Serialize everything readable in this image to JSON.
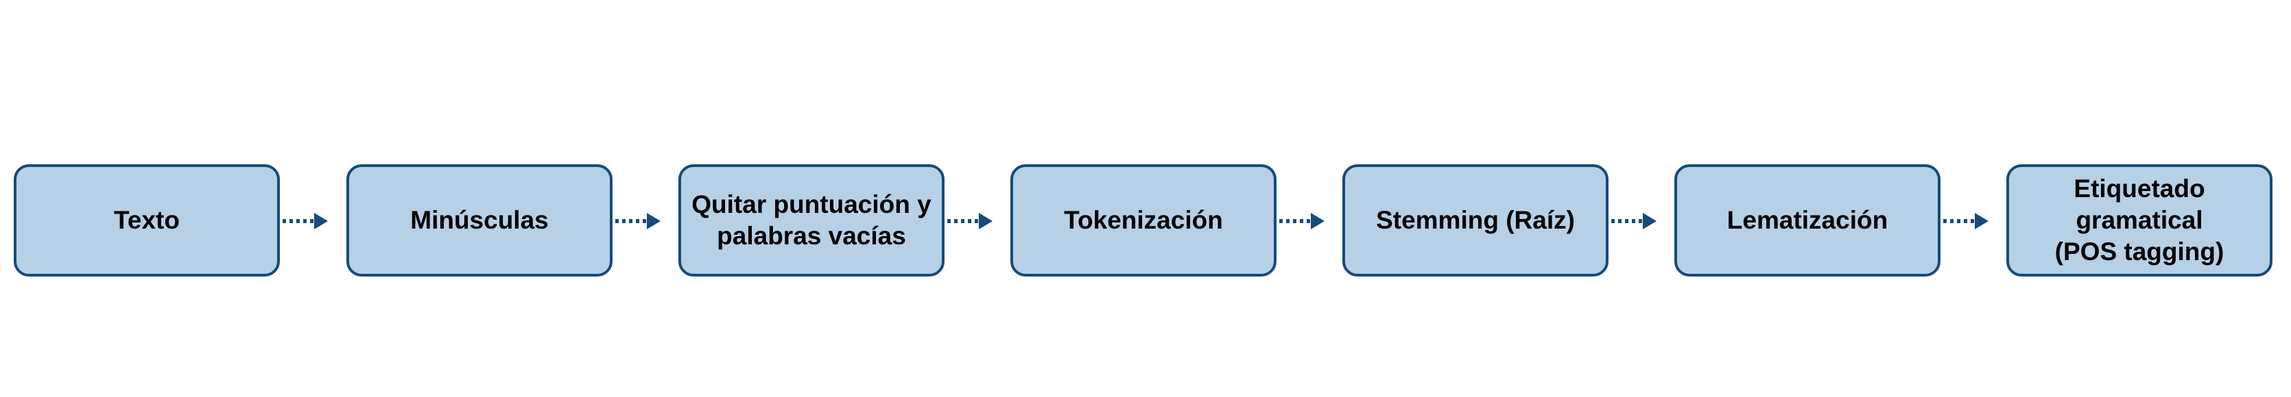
{
  "steps": [
    {
      "label": "Texto"
    },
    {
      "label": "Minúsculas"
    },
    {
      "label": "Quitar puntuación y\npalabras vacías"
    },
    {
      "label": "Tokenización"
    },
    {
      "label": "Stemming (Raíz)"
    },
    {
      "label": "Lematización"
    },
    {
      "label": "Etiquetado\ngramatical\n(POS tagging)"
    }
  ],
  "colors": {
    "box_fill": "#b6d0e6",
    "box_border": "#164b7a",
    "arrow": "#164b7a",
    "text": "#000000"
  },
  "icons": {
    "connector": "dotted-arrow-right-icon"
  }
}
